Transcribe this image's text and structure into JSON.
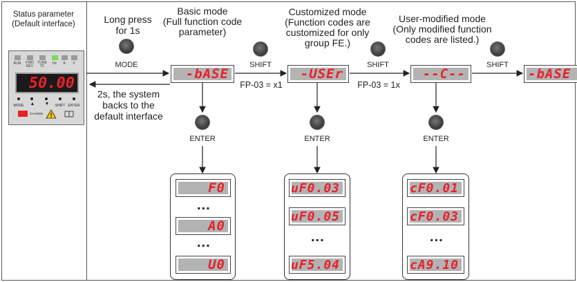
{
  "left_panel": {
    "title": "Status parameter\n(Default interface)",
    "keypad": {
      "leds": [
        "RUN",
        "FWD\nREV",
        "TUNE\nTC",
        "Hz",
        "A",
        "V"
      ],
      "display": "50.00",
      "keys": [
        "MODE",
        "▲",
        "▼",
        "SHIFT",
        "ENTER"
      ],
      "charge": "CHARGE"
    }
  },
  "labels": {
    "long_press": "Long press\nfor 1s",
    "mode": "MODE",
    "return_note": "2s, the system\nbacks to the\ndefault interface",
    "basic_mode": "Basic mode\n(Full function code\nparameter)",
    "customized_mode": "Customized mode\n(Function codes are\ncustomized for only\ngroup FE.)",
    "user_modified_mode": "User-modified mode\n(Only modified function\ncodes are listed.)",
    "shift": "SHIFT",
    "fp_x1": "FP-03 = x1",
    "fp_1x": "FP-03 = 1x",
    "enter": "ENTER",
    "ellipsis": "..."
  },
  "displays": {
    "base": "-bASE",
    "user": "-USEr",
    "cmode": "--C--",
    "base_end": "-bASE"
  },
  "lists": {
    "basic": [
      "F0",
      "A0",
      "U0"
    ],
    "customized": [
      "uF0.03",
      "uF0.05",
      "uF5.04"
    ],
    "modified": [
      "cF0.01",
      "cF0.03",
      "cA9.10"
    ]
  },
  "colors": {
    "segment": "#e8202a",
    "lcd_bg": "#b3b3b3",
    "led_on": "#7ed957",
    "charge": "#e8202a",
    "warning": "#f5c400"
  }
}
